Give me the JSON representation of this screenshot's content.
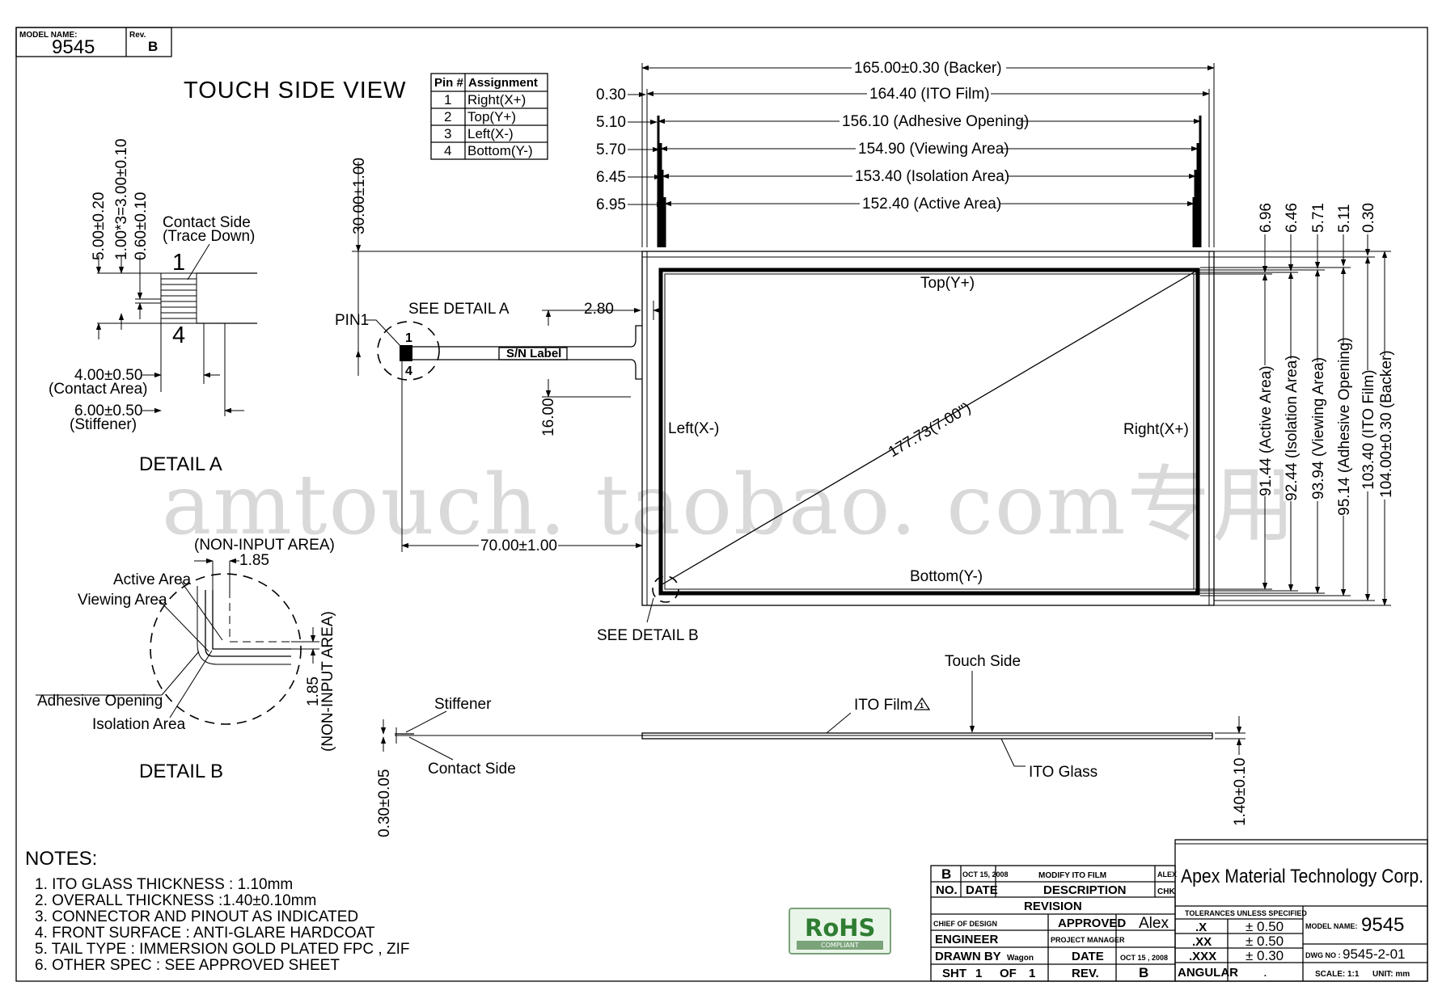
{
  "header": {
    "model_label": "MODEL NAME:",
    "model_value": "9545",
    "rev_label": "Rev.",
    "rev_value": "B"
  },
  "view_title": "TOUCH SIDE VIEW",
  "pin_table": {
    "head_pin": "Pin #",
    "head_assign": "Assignment",
    "rows": [
      {
        "pin": "1",
        "assign": "Right(X+)"
      },
      {
        "pin": "2",
        "assign": "Top(Y+)"
      },
      {
        "pin": "3",
        "assign": "Left(X-)"
      },
      {
        "pin": "4",
        "assign": "Bottom(Y-)"
      }
    ]
  },
  "top_dims": [
    {
      "offset": "",
      "label": "165.00±0.30 (Backer)"
    },
    {
      "offset": "0.30",
      "label": "164.40 (ITO Film)"
    },
    {
      "offset": "5.10",
      "label": "156.10 (Adhesive Opening)"
    },
    {
      "offset": "5.70",
      "label": "154.90 (Viewing Area)"
    },
    {
      "offset": "6.45",
      "label": "153.40 (Isolation Area)"
    },
    {
      "offset": "6.95",
      "label": "152.40 (Active Area)"
    }
  ],
  "right_dims": [
    {
      "offset": "6.96",
      "label": "91.44 (Active Area)"
    },
    {
      "offset": "6.46",
      "label": "92.44 (Isolation Area)"
    },
    {
      "offset": "5.71",
      "label": "93.94 (Viewing Area)"
    },
    {
      "offset": "5.11",
      "label": "95.14 (Adhesive Opening)"
    },
    {
      "offset": "0.30",
      "label": "103.40 (ITO Film)"
    },
    {
      "offset": "",
      "label": "104.00±0.30 (Backer)"
    }
  ],
  "panel": {
    "top": "Top(Y+)",
    "bottom": "Bottom(Y-)",
    "left": "Left(X-)",
    "right": "Right(X+)",
    "diagonal": "177.73(7.00\")"
  },
  "tail": {
    "pin1": "PIN1",
    "pin_top": "1",
    "pin_bottom": "4",
    "see_a": "SEE DETAIL A",
    "see_b": "SEE DETAIL B",
    "sn_label": "S/N Label",
    "d_2_80": "2.80",
    "d_16_00": "16.00",
    "d_30_00": "30.00±1.00",
    "d_70_00": "70.00±1.00"
  },
  "detail_a": {
    "title": "DETAIL A",
    "contact_side": "Contact Side",
    "trace_down": "(Trace Down)",
    "num1": "1",
    "num4": "4",
    "v1": "5.00±0.20",
    "v2": "1.00*3=3.00±0.10",
    "v3": "0.60±0.10",
    "contact_val": "4.00±0.50",
    "contact_lbl": "(Contact Area)",
    "stiff_val": "6.00±0.50",
    "stiff_lbl": "(Stiffener)"
  },
  "detail_b": {
    "title": "DETAIL B",
    "non_input": "(NON-INPUT AREA)",
    "d_185": "1.85",
    "active": "Active Area",
    "viewing": "Viewing Area",
    "adhesive": "Adhesive Opening",
    "isolation": "Isolation Area",
    "v_185": "1.85",
    "v_non_input": "(NON-INPUT AREA)"
  },
  "side_view": {
    "touch_side": "Touch Side",
    "stiffener": "Stiffener",
    "ito_film": "ITO Film",
    "contact_side": "Contact Side",
    "ito_glass": "ITO Glass",
    "d_030": "0.30±0.05",
    "d_140": "1.40±0.10"
  },
  "notes": {
    "title": "NOTES:",
    "items": [
      "1. ITO GLASS THICKNESS : 1.10mm",
      "2. OVERALL THICKNESS :1.40±0.10mm",
      "3. CONNECTOR AND PINOUT AS INDICATED",
      "4. FRONT SURFACE : ANTI-GLARE HARDCOAT",
      "5. TAIL TYPE : IMMERSION GOLD PLATED FPC , ZIF",
      "6. OTHER SPEC : SEE APPROVED SHEET"
    ]
  },
  "watermark": "amtouch. taobao. com专用",
  "rohs": {
    "main": "RoHS",
    "sub": "COMPLIANT"
  },
  "title_block": {
    "rev_row": {
      "rev": "B",
      "date": "OCT 15, 2008",
      "desc": "MODIFY ITO FILM",
      "chk": "ALEX"
    },
    "head": {
      "no": "NO.",
      "date": "DATE",
      "desc": "DESCRIPTION",
      "chk": "CHK"
    },
    "revision": "REVISION",
    "chief": "CHIEF OF DESIGN",
    "approved": "APPROVED",
    "approver": "Alex",
    "engineer": "ENGINEER",
    "pm": "PROJECT MANAGER",
    "drawn": "DRAWN BY",
    "drawer": "Wagon",
    "date_lbl": "DATE",
    "date_val": "OCT 15 , 2008",
    "sht": "SHT",
    "sht_n": "1",
    "of": "OF",
    "of_n": "1",
    "rev_lbl": "REV.",
    "rev_val": "B",
    "company": "Apex Material Technology Corp.",
    "tol_head": "TOLERANCES UNLESS SPECIFIED",
    "tol": [
      {
        "k": ".X",
        "v": "± 0.50"
      },
      {
        "k": ".XX",
        "v": "± 0.50"
      },
      {
        "k": ".XXX",
        "v": "± 0.30"
      },
      {
        "k": "ANGULAR",
        "v": "."
      }
    ],
    "model_lbl": "MODEL NAME:",
    "model_val": "9545",
    "dwg_lbl": "DWG NO :",
    "dwg_val": "9545-2-01",
    "scale_lbl": "SCALE: 1:1",
    "unit_lbl": "UNIT: mm"
  }
}
